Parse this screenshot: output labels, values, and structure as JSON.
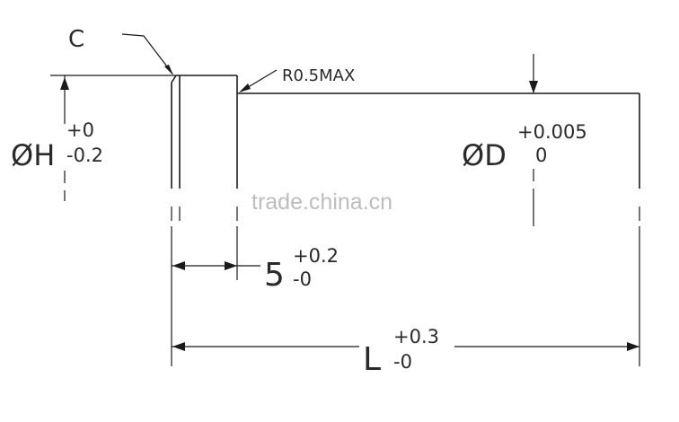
{
  "drawing": {
    "chamfer_label": "C",
    "radius_note": "R0.5MAX",
    "head_diameter": {
      "symbol": "ØH",
      "tol_upper": "+0",
      "tol_lower": "-0.2"
    },
    "shank_diameter": {
      "symbol": "ØD",
      "tol_upper": "+0.005",
      "tol_lower": "0"
    },
    "head_thickness": {
      "value": "5",
      "tol_upper": "+0.2",
      "tol_lower": "-0"
    },
    "total_length": {
      "value": "L",
      "tol_upper": "+0.3",
      "tol_lower": "-0"
    }
  },
  "watermark": "trade.china.cn"
}
